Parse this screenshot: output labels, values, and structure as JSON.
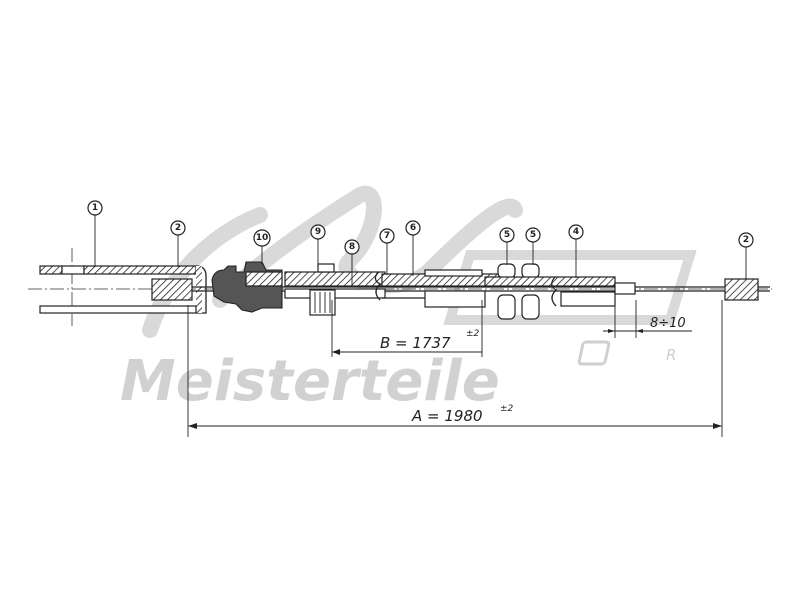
{
  "drawing": {
    "callouts": [
      {
        "label": "1"
      },
      {
        "label": "2"
      },
      {
        "label": "10"
      },
      {
        "label": "9"
      },
      {
        "label": "8"
      },
      {
        "label": "7"
      },
      {
        "label": "6"
      },
      {
        "label": "5"
      },
      {
        "label": "5"
      },
      {
        "label": "4"
      },
      {
        "label": "2"
      }
    ],
    "dimensions": {
      "b": {
        "text": "B = 1737",
        "tolerance": "±2"
      },
      "a": {
        "text": "A = 1980",
        "tolerance": "±2"
      },
      "gap": {
        "text": "8÷10"
      }
    }
  },
  "watermark": {
    "logo_text": "A.L.",
    "brand": "Meisterteile",
    "registered": "R",
    "color": "#c9c9c9"
  }
}
